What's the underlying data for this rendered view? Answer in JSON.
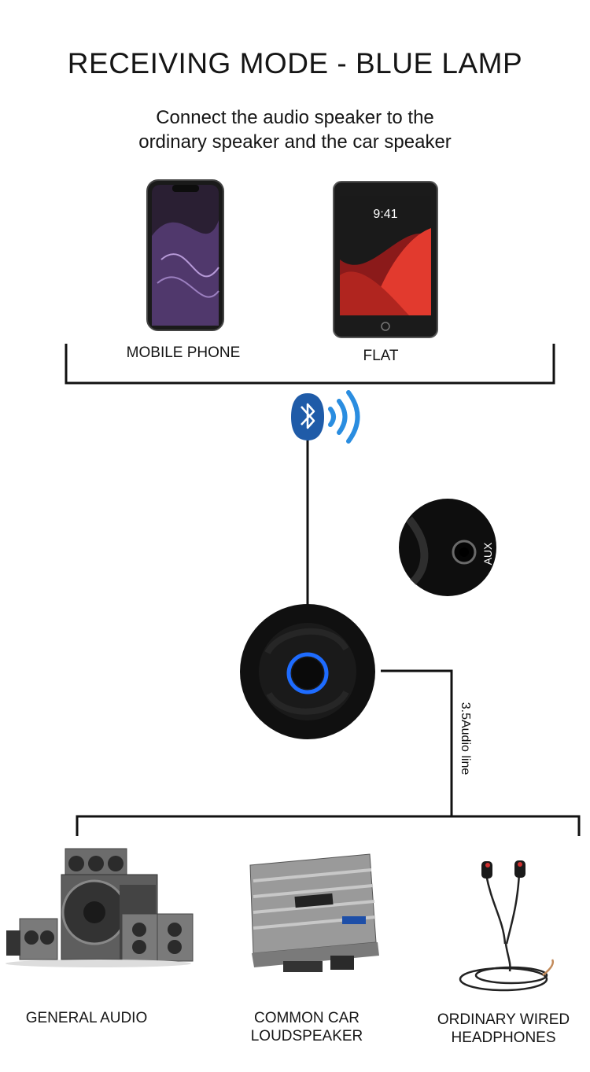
{
  "title": "RECEIVING MODE - BLUE LAMP",
  "subtitle_lines": [
    "Connect the audio speaker to the",
    "ordinary speaker and the car speaker"
  ],
  "sources": [
    {
      "label": "MOBILE PHONE",
      "icon": "smartphone-icon"
    },
    {
      "label": "FLAT",
      "icon": "tablet-icon"
    }
  ],
  "phone_time": "9:41",
  "connection": {
    "icon": "bluetooth-icon",
    "wave_icon": "signal-waves-icon"
  },
  "device": {
    "icon": "bluetooth-receiver-icon",
    "lamp_color": "#1e6cff"
  },
  "aux_port": {
    "label": "AUX"
  },
  "cable_label": "3.5Audio line",
  "outputs": [
    {
      "label_lines": [
        "GENERAL AUDIO"
      ],
      "icon": "speaker-system-icon"
    },
    {
      "label_lines": [
        "COMMON CAR",
        "LOUDSPEAKER"
      ],
      "icon": "car-amplifier-icon"
    },
    {
      "label_lines": [
        "ORDINARY WIRED",
        "HEADPHONES"
      ],
      "icon": "earphones-icon"
    }
  ],
  "colors": {
    "bluetooth_blue": "#1f5ba8",
    "wave_blue": "#2a8de0",
    "lamp_blue": "#1e6cff",
    "line": "#111111"
  }
}
